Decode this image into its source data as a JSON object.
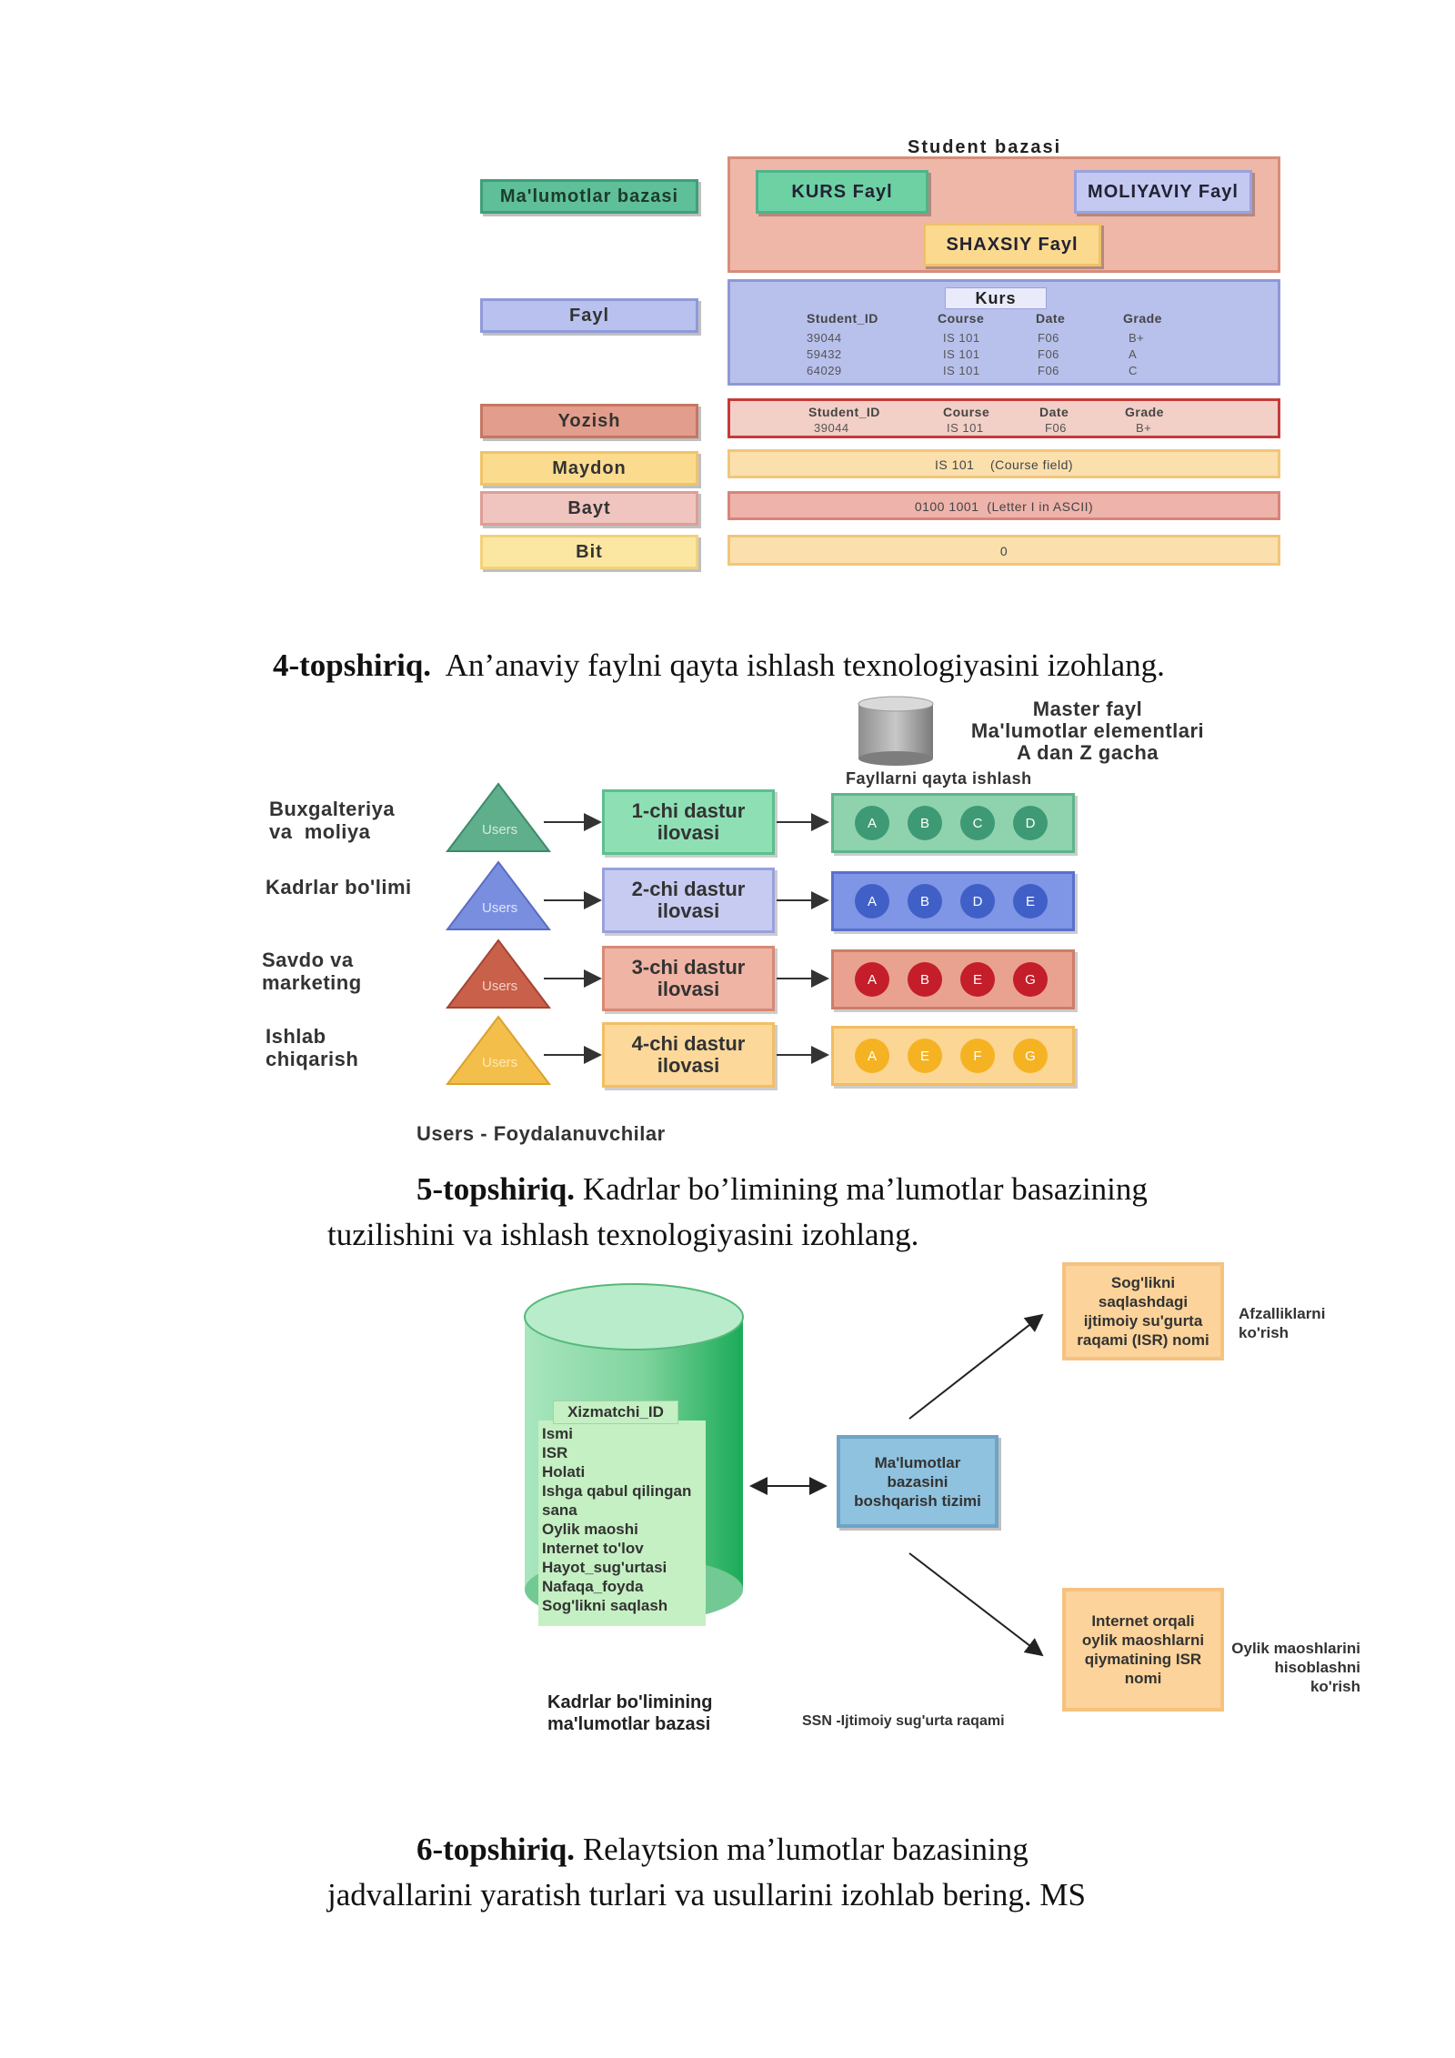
{
  "fig1": {
    "title": "Student bazasi",
    "left_labels": {
      "database": "Ma'lumotlar bazasi",
      "file": "Fayl",
      "record": "Yozish",
      "field": "Maydon",
      "byte": "Bayt",
      "bit": "Bit"
    },
    "files": {
      "kurs": "KURS Fayl",
      "moliyaviy": "MOLIYAVIY Fayl",
      "shaxsiy": "SHAXSIY Fayl"
    },
    "kurs_table": {
      "title": "Kurs",
      "headers": [
        "Student_ID",
        "Course",
        "Date",
        "Grade"
      ],
      "rows": [
        [
          "39044",
          "IS 101",
          "F06",
          "B+"
        ],
        [
          "59432",
          "IS 101",
          "F06",
          "A"
        ],
        [
          "64029",
          "IS 101",
          "F06",
          "C"
        ]
      ]
    },
    "record_table": {
      "headers": [
        "Student_ID",
        "Course",
        "Date",
        "Grade"
      ],
      "row": [
        "39044",
        "IS 101",
        "F06",
        "B+"
      ]
    },
    "field_value": "IS 101    (Course field)",
    "byte_value": "0100 1001  (Letter I in ASCII)",
    "bit_value": "0"
  },
  "task4": {
    "num": "4-topshiriq.",
    "text": "An’anaviy faylni qayta ishlash texnologiyasini izohlang."
  },
  "fig2": {
    "master": "Master fayl\nMa'lumotlar elementlari\nA dan Z gacha",
    "processing": "Fayllarni qayta ishlash",
    "users_word": "Users",
    "rows": [
      {
        "dept": "Buxgalteriya\nva  moliya",
        "app": "1-chi dastur\nilovasi",
        "letters": [
          "A",
          "B",
          "C",
          "D"
        ]
      },
      {
        "dept": "Kadrlar bo'limi",
        "app": "2-chi dastur\nilovasi",
        "letters": [
          "A",
          "B",
          "D",
          "E"
        ]
      },
      {
        "dept": "Savdo va\nmarketing",
        "app": "3-chi dastur\nilovasi",
        "letters": [
          "A",
          "B",
          "E",
          "G"
        ]
      },
      {
        "dept": "Ishlab\nchiqarish",
        "app": "4-chi dastur\nilovasi",
        "letters": [
          "A",
          "E",
          "F",
          "G"
        ]
      }
    ],
    "footnote": "Users - Foydalanuvchilar"
  },
  "task5": {
    "num": "5-topshiriq.",
    "line1": "Kadrlar bo’limining ma’lumotlar basazining",
    "line2": "tuzilishini va ishlash texnologiyasini izohlang."
  },
  "fig3": {
    "cyl_header": "Xizmatchi_ID",
    "cyl_fields": "Ismi\nISR\nHolati\nIshga qabul qilingan\nsana\nOylik maoshi\nInternet to'lov\nHayot_sug'urtasi\nNafaqa_foyda\nSog'likni saqlash",
    "cyl_caption": "Kadrlar bo'limining\nma'lumotlar bazasi",
    "dbms": "Ma'lumotlar\nbazasini\nboshqarish tizimi",
    "top_box": "Sog'likni\nsaqlashdagi\nijtimoiy su'gurta\nraqami (ISR) nomi",
    "top_side": "Afzalliklarni\nko'rish",
    "bottom_box": "Internet orqali\noylik maoshlarni\nqiymatining ISR\nnomi",
    "bottom_side": "Oylik maoshlarini\nhisoblashni\nko'rish",
    "ssn_note": "SSN -Ijtimoiy sug'urta raqami"
  },
  "task6": {
    "num": "6-topshiriq.",
    "line1": "Relaytsion ma’lumotlar bazasining",
    "line2": "jadvallarini yaratish turlari va usullarini izohlab bering. MS"
  }
}
